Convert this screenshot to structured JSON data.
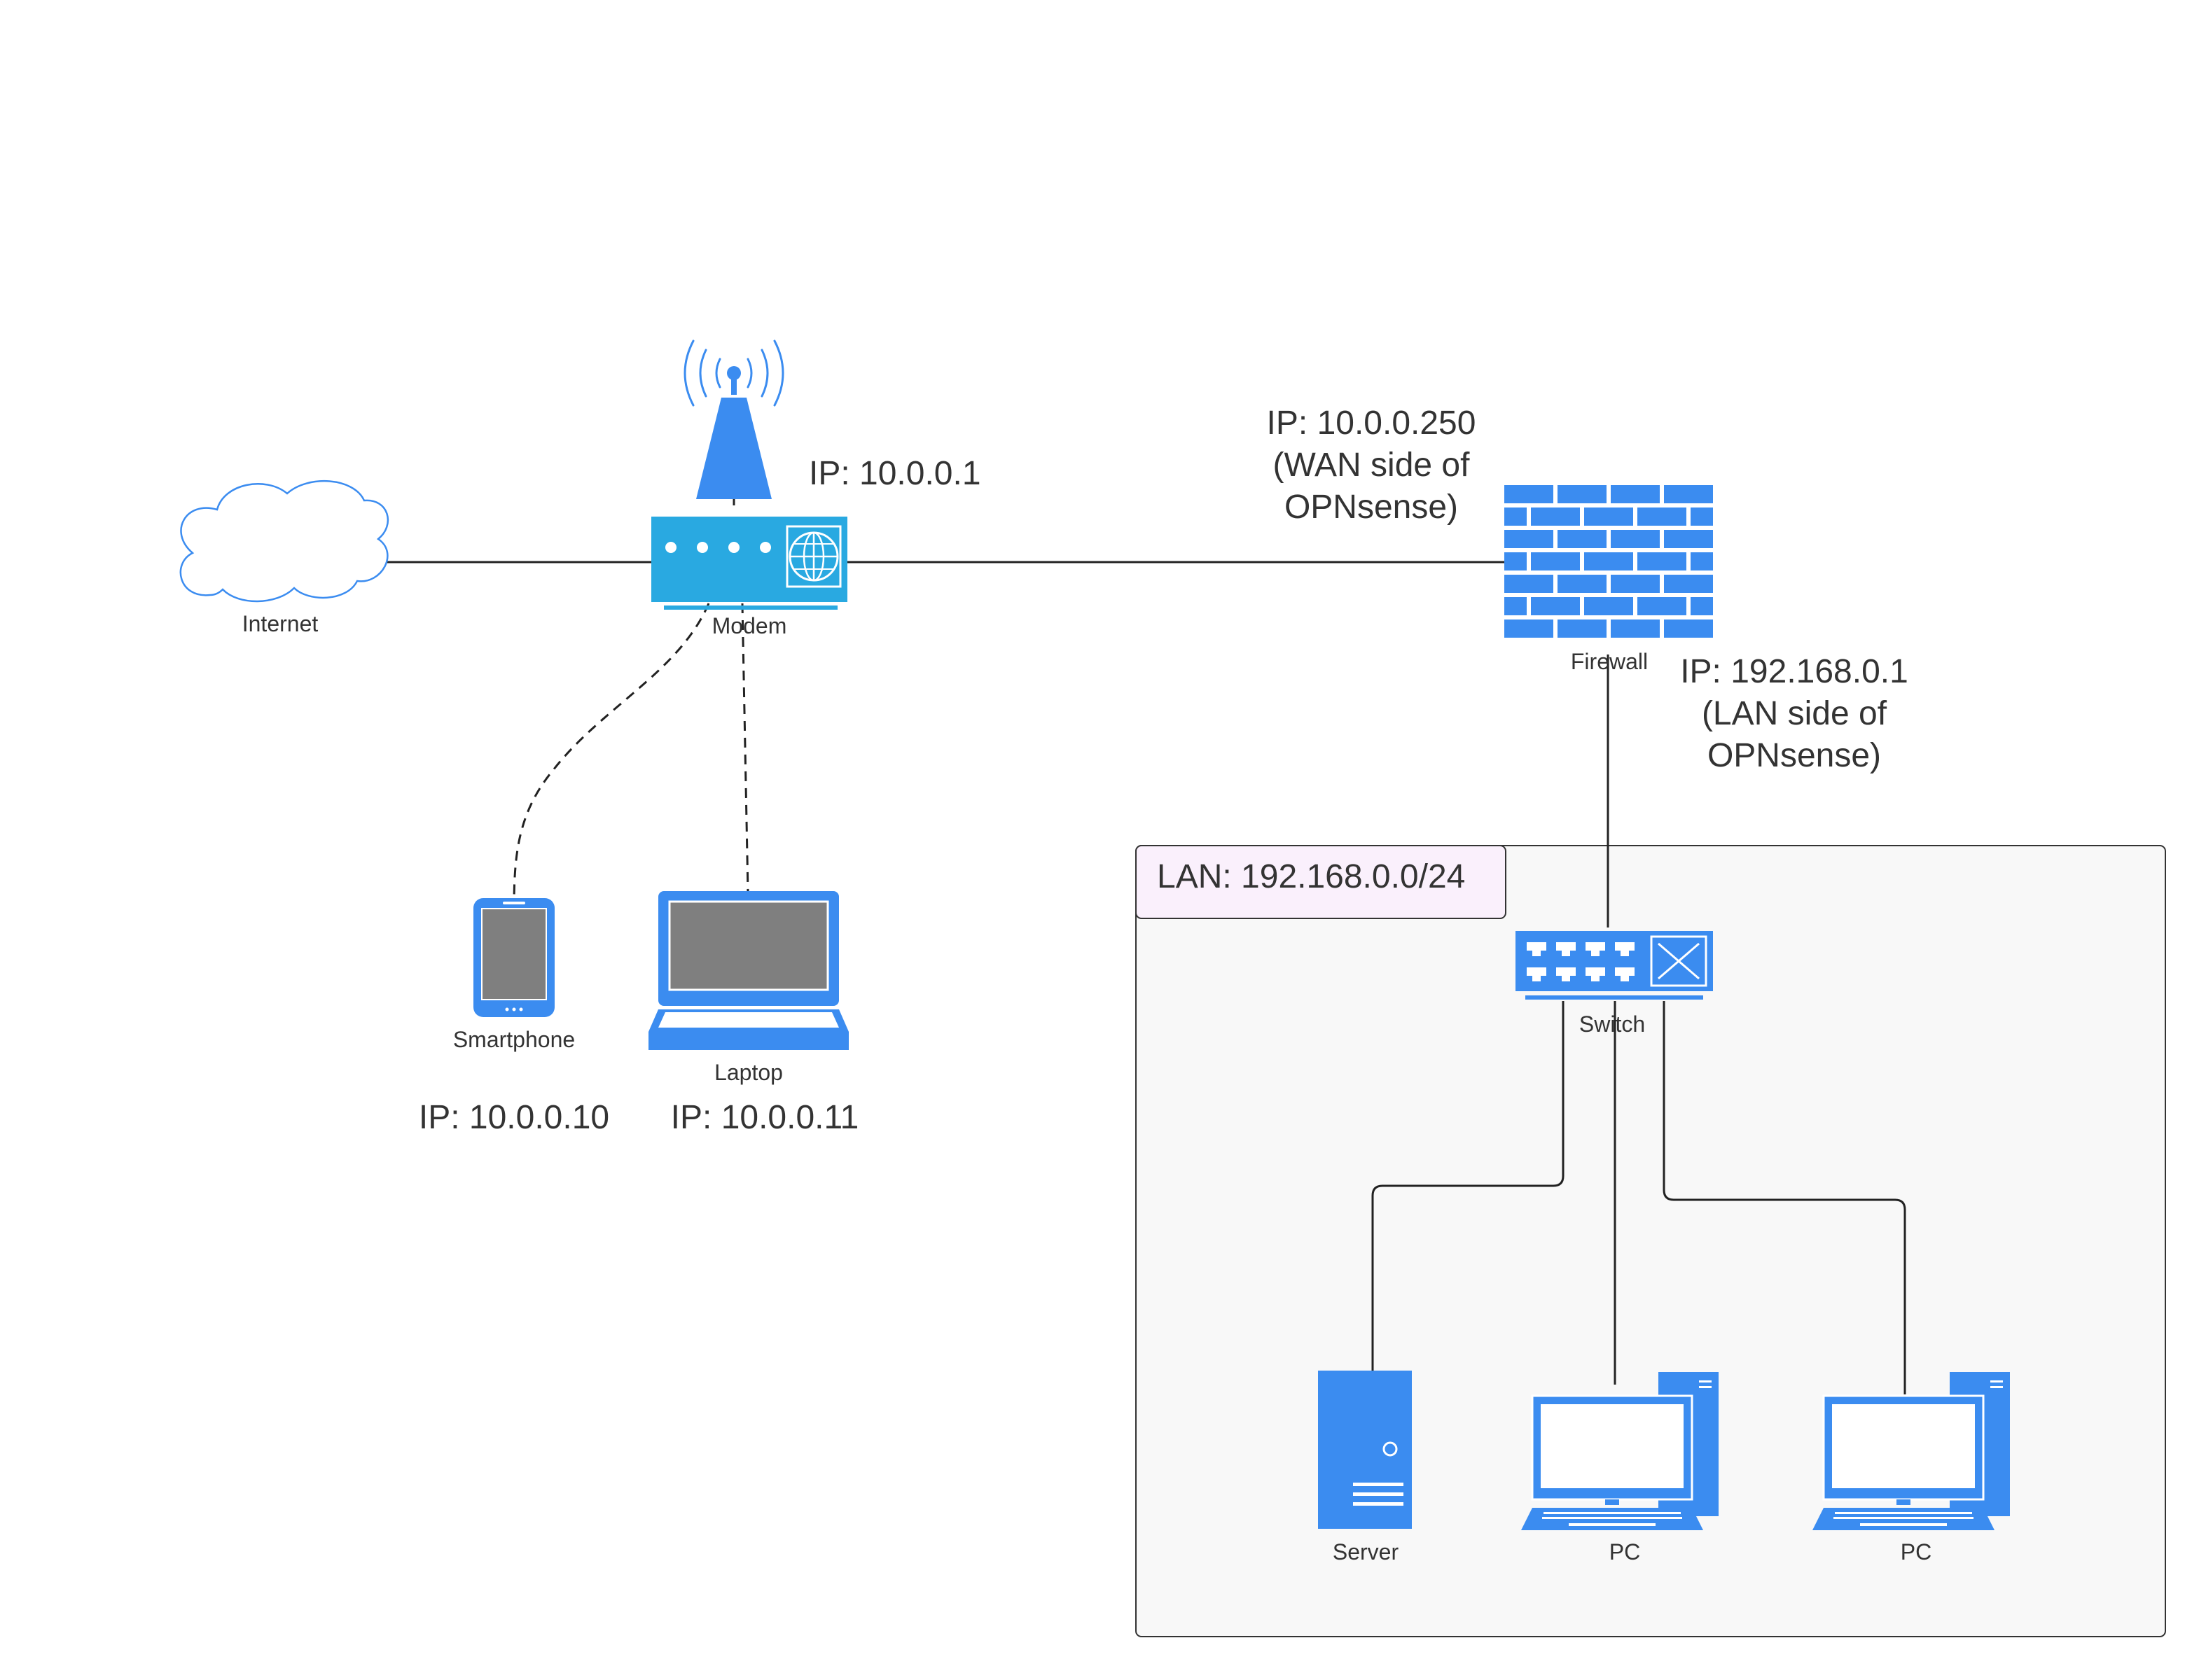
{
  "colors": {
    "device_blue": "#3b8cf0",
    "modem_blue": "#29a9e1",
    "screen_gray": "#7f7f7f",
    "line": "#222222",
    "lan_box_fill": "#f8f8f8",
    "lan_label_fill": "#faf0fc"
  },
  "nodes": {
    "internet": {
      "label": "Internet",
      "icon": "cloud-icon"
    },
    "modem": {
      "label": "Modem",
      "ip": "IP: 10.0.0.1",
      "icon": "modem-icon"
    },
    "firewall": {
      "label": "Firewall",
      "icon": "firewall-icon",
      "wan_ip": [
        "IP: 10.0.0.250",
        "(WAN side of",
        "OPNsense)"
      ],
      "lan_ip": [
        "IP: 192.168.0.1",
        "(LAN side of",
        "OPNsense)"
      ]
    },
    "smartphone": {
      "label": "Smartphone",
      "ip": "IP: 10.0.0.10",
      "icon": "smartphone-icon"
    },
    "laptop": {
      "label": "Laptop",
      "ip": "IP: 10.0.0.11",
      "icon": "laptop-icon"
    },
    "switch": {
      "label": "Switch",
      "icon": "switch-icon"
    },
    "server": {
      "label": "Server",
      "icon": "server-icon"
    },
    "pc1": {
      "label": "PC",
      "icon": "desktop-pc-icon"
    },
    "pc2": {
      "label": "PC",
      "icon": "desktop-pc-icon"
    }
  },
  "lan_group": {
    "label": "LAN: 192.168.0.0/24"
  }
}
